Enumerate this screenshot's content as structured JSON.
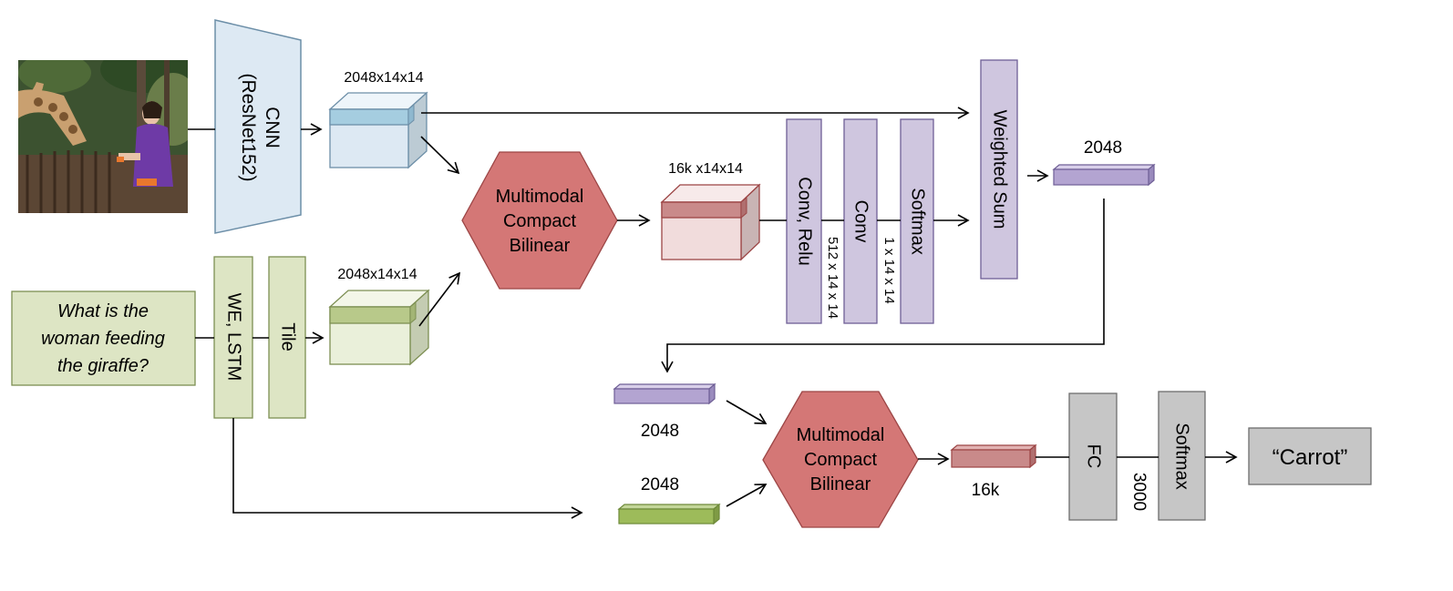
{
  "input": {
    "question_lines": [
      "What is the",
      "woman feeding",
      "the giraffe?"
    ],
    "image_icon": "photo-woman-feeding-giraffe-icon"
  },
  "cnn": {
    "line1": "CNN",
    "line2": "(ResNet152)"
  },
  "lstm": {
    "label": "WE, LSTM"
  },
  "tile": {
    "label": "Tile"
  },
  "dims": {
    "image_features": "2048x14x14",
    "text_features": "2048x14x14",
    "mcb_1_output": "16k x14x14",
    "conv_relu_output": "512 x 14 x 14",
    "conv_output": "1 x 14 x 14",
    "attended_vector": "2048",
    "visual_vector": "2048",
    "text_vector": "2048",
    "mcb_2_output": "16k",
    "fc_output": "3000"
  },
  "mcb_1": {
    "lines": [
      "Multimodal",
      "Compact",
      "Bilinear"
    ]
  },
  "mcb_2": {
    "lines": [
      "Multimodal",
      "Compact",
      "Bilinear"
    ]
  },
  "layers": {
    "conv_relu": "Conv, Relu",
    "conv": "Conv",
    "softmax_attention": "Softmax",
    "weighted_sum": "Weighted Sum",
    "fc": "FC",
    "softmax_output": "Softmax"
  },
  "answer": {
    "label": "“Carrot”"
  },
  "colors": {
    "image_blue": "#dde9f3",
    "image_blue_band": "#a5cde0",
    "text_green": "#dde5c4",
    "text_green_band": "#b8c98a",
    "mcb_red": "#d47776",
    "feature_red": "#f1dcdc",
    "feature_red_band": "#c98a8a",
    "purple": "#cfc6df",
    "purple_bar": "#b3a4d1",
    "green_bar": "#9dbb5a",
    "gray": "#c6c6c6"
  }
}
